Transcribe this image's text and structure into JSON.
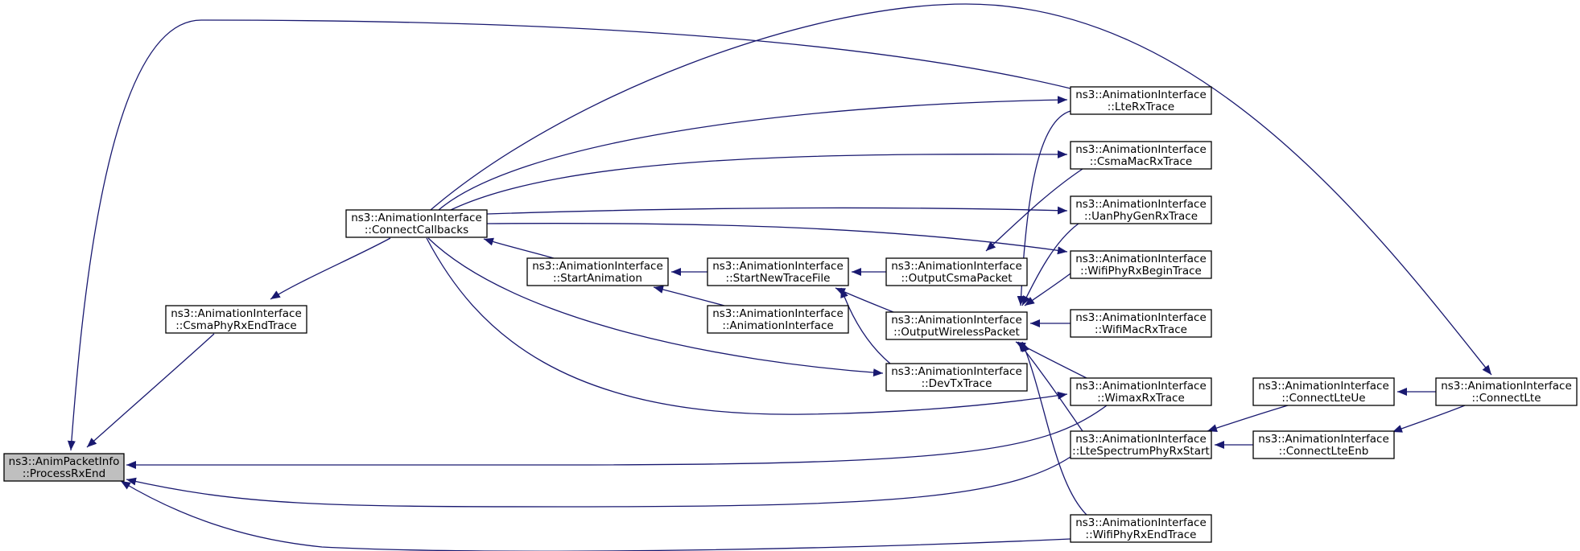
{
  "colors": {
    "edge": "#191970",
    "node_fill": "#ffffff",
    "node_highlight_fill": "#bfbfbf",
    "node_border": "#000000",
    "text": "#000000"
  },
  "nodes": [
    {
      "id": "process-rx-end",
      "lines": [
        "ns3::AnimPacketInfo",
        "::ProcessRxEnd"
      ],
      "highlight": true
    },
    {
      "id": "csma-phy-rx-end-trace",
      "lines": [
        "ns3::AnimationInterface",
        "::CsmaPhyRxEndTrace"
      ]
    },
    {
      "id": "connect-callbacks",
      "lines": [
        "ns3::AnimationInterface",
        "::ConnectCallbacks"
      ]
    },
    {
      "id": "start-animation",
      "lines": [
        "ns3::AnimationInterface",
        "::StartAnimation"
      ]
    },
    {
      "id": "start-new-trace-file",
      "lines": [
        "ns3::AnimationInterface",
        "::StartNewTraceFile"
      ]
    },
    {
      "id": "animation-interface-ctor",
      "lines": [
        "ns3::AnimationInterface",
        "::AnimationInterface"
      ]
    },
    {
      "id": "output-csma-packet",
      "lines": [
        "ns3::AnimationInterface",
        "::OutputCsmaPacket"
      ]
    },
    {
      "id": "output-wireless-packet",
      "lines": [
        "ns3::AnimationInterface",
        "::OutputWirelessPacket"
      ]
    },
    {
      "id": "dev-tx-trace",
      "lines": [
        "ns3::AnimationInterface",
        "::DevTxTrace"
      ]
    },
    {
      "id": "lte-rx-trace",
      "lines": [
        "ns3::AnimationInterface",
        "::LteRxTrace"
      ]
    },
    {
      "id": "csma-mac-rx-trace",
      "lines": [
        "ns3::AnimationInterface",
        "::CsmaMacRxTrace"
      ]
    },
    {
      "id": "uan-phy-gen-rx-trace",
      "lines": [
        "ns3::AnimationInterface",
        "::UanPhyGenRxTrace"
      ]
    },
    {
      "id": "wifi-phy-rx-begin-trace",
      "lines": [
        "ns3::AnimationInterface",
        "::WifiPhyRxBeginTrace"
      ]
    },
    {
      "id": "wifi-mac-rx-trace",
      "lines": [
        "ns3::AnimationInterface",
        "::WifiMacRxTrace"
      ]
    },
    {
      "id": "wimax-rx-trace",
      "lines": [
        "ns3::AnimationInterface",
        "::WimaxRxTrace"
      ]
    },
    {
      "id": "lte-spectrum-phy-rx-start",
      "lines": [
        "ns3::AnimationInterface",
        "::LteSpectrumPhyRxStart"
      ]
    },
    {
      "id": "wifi-phy-rx-end-trace",
      "lines": [
        "ns3::AnimationInterface",
        "::WifiPhyRxEndTrace"
      ]
    },
    {
      "id": "connect-lte-ue",
      "lines": [
        "ns3::AnimationInterface",
        "::ConnectLteUe"
      ]
    },
    {
      "id": "connect-lte-enb",
      "lines": [
        "ns3::AnimationInterface",
        "::ConnectLteEnb"
      ]
    },
    {
      "id": "connect-lte",
      "lines": [
        "ns3::AnimationInterface",
        "::ConnectLte"
      ]
    }
  ],
  "edges": [
    {
      "from": "csma-phy-rx-end-trace",
      "to": "process-rx-end"
    },
    {
      "from": "connect-callbacks",
      "to": "csma-phy-rx-end-trace"
    },
    {
      "from": "start-animation",
      "to": "connect-callbacks"
    },
    {
      "from": "start-new-trace-file",
      "to": "start-animation"
    },
    {
      "from": "animation-interface-ctor",
      "to": "start-animation"
    },
    {
      "from": "output-csma-packet",
      "to": "start-new-trace-file"
    },
    {
      "from": "output-wireless-packet",
      "to": "start-new-trace-file"
    },
    {
      "from": "dev-tx-trace",
      "to": "start-new-trace-file"
    },
    {
      "from": "csma-mac-rx-trace",
      "to": "output-csma-packet"
    },
    {
      "from": "lte-rx-trace",
      "to": "output-wireless-packet"
    },
    {
      "from": "uan-phy-gen-rx-trace",
      "to": "output-wireless-packet"
    },
    {
      "from": "wifi-phy-rx-begin-trace",
      "to": "output-wireless-packet"
    },
    {
      "from": "wifi-mac-rx-trace",
      "to": "output-wireless-packet"
    },
    {
      "from": "wimax-rx-trace",
      "to": "output-wireless-packet"
    },
    {
      "from": "lte-spectrum-phy-rx-start",
      "to": "output-wireless-packet"
    },
    {
      "from": "wifi-phy-rx-end-trace",
      "to": "output-wireless-packet"
    },
    {
      "from": "connect-callbacks",
      "to": "lte-rx-trace"
    },
    {
      "from": "connect-callbacks",
      "to": "csma-mac-rx-trace"
    },
    {
      "from": "connect-callbacks",
      "to": "uan-phy-gen-rx-trace"
    },
    {
      "from": "connect-callbacks",
      "to": "wifi-phy-rx-begin-trace"
    },
    {
      "from": "connect-callbacks",
      "to": "dev-tx-trace"
    },
    {
      "from": "connect-callbacks",
      "to": "wimax-rx-trace"
    },
    {
      "from": "connect-callbacks",
      "to": "connect-lte"
    },
    {
      "from": "lte-rx-trace",
      "to": "process-rx-end"
    },
    {
      "from": "wimax-rx-trace",
      "to": "process-rx-end"
    },
    {
      "from": "lte-spectrum-phy-rx-start",
      "to": "process-rx-end"
    },
    {
      "from": "wifi-phy-rx-end-trace",
      "to": "process-rx-end"
    },
    {
      "from": "connect-lte-ue",
      "to": "lte-spectrum-phy-rx-start"
    },
    {
      "from": "connect-lte-enb",
      "to": "lte-spectrum-phy-rx-start"
    },
    {
      "from": "connect-lte",
      "to": "connect-lte-ue"
    },
    {
      "from": "connect-lte",
      "to": "connect-lte-enb"
    }
  ]
}
